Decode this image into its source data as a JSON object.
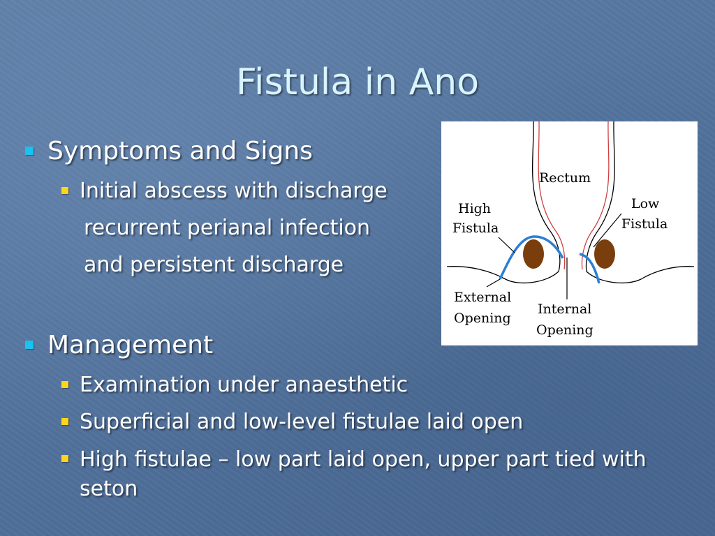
{
  "slide": {
    "title": "Fistula in Ano",
    "sections": [
      {
        "heading": "Symptoms and Signs",
        "items": [
          "Initial abscess with discharge",
          "recurrent perianal infection",
          "and persistent discharge"
        ]
      },
      {
        "heading": "Management",
        "items": [
          "Examination under anaesthetic",
          "Superficial and low-level fistulae laid open",
          "High fistulae – low part laid open, upper part tied with seton"
        ]
      }
    ]
  },
  "diagram": {
    "labels": {
      "rectum": "Rectum",
      "high_fistula_1": "High",
      "high_fistula_2": "Fistula",
      "low_fistula_1": "Low",
      "low_fistula_2": "Fistula",
      "external_opening_1": "External",
      "external_opening_2": "Opening",
      "internal_opening_1": "Internal",
      "internal_opening_2": "Opening"
    }
  },
  "colors": {
    "title": "#d8f4ff",
    "level1_bullet": "#19c2f0",
    "level2_bullet": "#ffd51a",
    "fistula_tract": "#2a7fd6",
    "mucosa_line": "#d04040",
    "sphincter": "#7a3e0c"
  }
}
